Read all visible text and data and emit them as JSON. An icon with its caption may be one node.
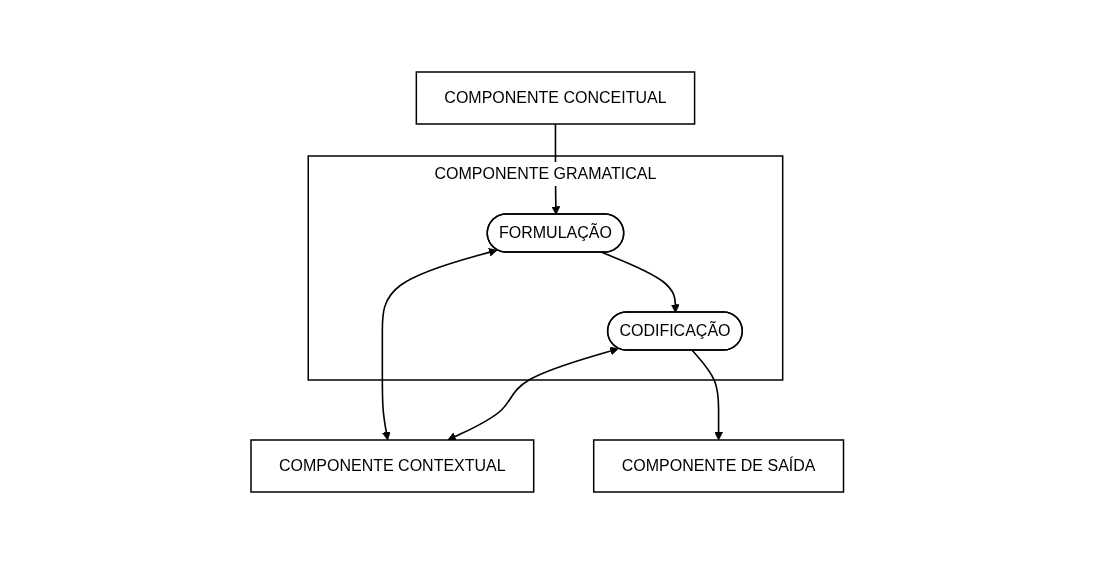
{
  "diagram": {
    "nodes": [
      {
        "text": [
          "COMPONENTE CONCEITUAL"
        ]
      },
      {
        "text": [
          "COMPONENTE GRAMATICAL"
        ]
      },
      {
        "text": [
          "FORMULAÇÃO"
        ],
        "in": 1
      },
      {
        "text": [
          "CODIFICAÇÃO"
        ],
        "in": 1
      },
      {
        "text": [
          "COMPONENTE CONTEXTUAL"
        ]
      },
      {
        "text": [
          "COMPONENTE DE SAÍDA"
        ]
      }
    ],
    "edges": [
      {
        "from": 0,
        "to": 2,
        "arrow": "to"
      },
      {
        "from": 2,
        "to": 4,
        "arrow": "both"
      },
      {
        "from": 2,
        "to": 3,
        "arrow": "to"
      },
      {
        "from": 3,
        "to": 4,
        "arrow": "both"
      },
      {
        "from": 3,
        "to": 5,
        "arrow": "to"
      }
    ]
  }
}
